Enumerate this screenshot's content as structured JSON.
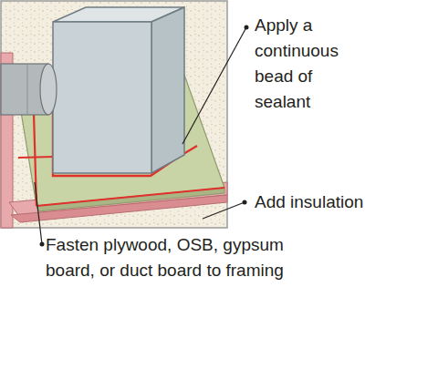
{
  "diagram": {
    "labels": [
      "Apply a continuous bead of sealant",
      "Add insulation",
      "Fasten plywood, OSB, gypsum board, or duct board to framing"
    ]
  }
}
